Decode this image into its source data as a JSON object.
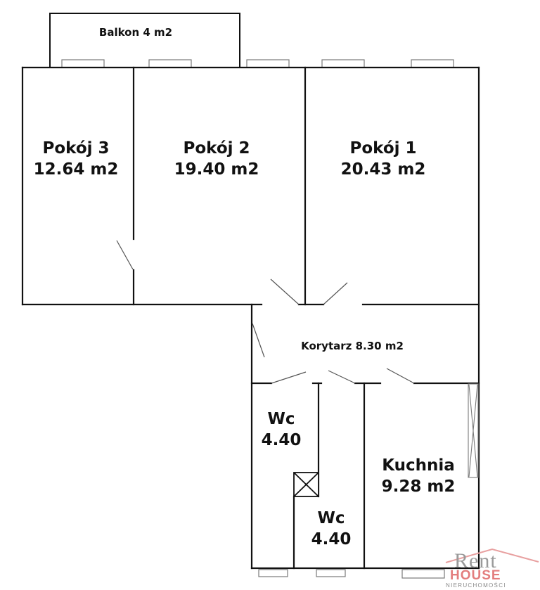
{
  "plan": {
    "rooms": {
      "balkon": {
        "label": "Balkon 4 m2"
      },
      "pokoj3": {
        "name": "Pokój 3",
        "area": "12.64 m2"
      },
      "pokoj2": {
        "name": "Pokój 2",
        "area": "19.40 m2"
      },
      "pokoj1": {
        "name": "Pokój 1",
        "area": "20.43 m2"
      },
      "korytarz": {
        "label": "Korytarz 8.30 m2"
      },
      "wc1": {
        "name": "Wc",
        "area": "4.40"
      },
      "wc2": {
        "name": "Wc",
        "area": "4.40"
      },
      "kuchnia": {
        "name": "Kuchnia",
        "area": "9.28 m2"
      }
    },
    "colors": {
      "wall": "#111111",
      "window": "#7a7a7a",
      "door": "#555555"
    }
  },
  "watermark": {
    "line1": "Rent",
    "line2": "HOUSE",
    "line3": "NIERUCHOMOŚCI",
    "roof_color": "#e8a0a0"
  }
}
